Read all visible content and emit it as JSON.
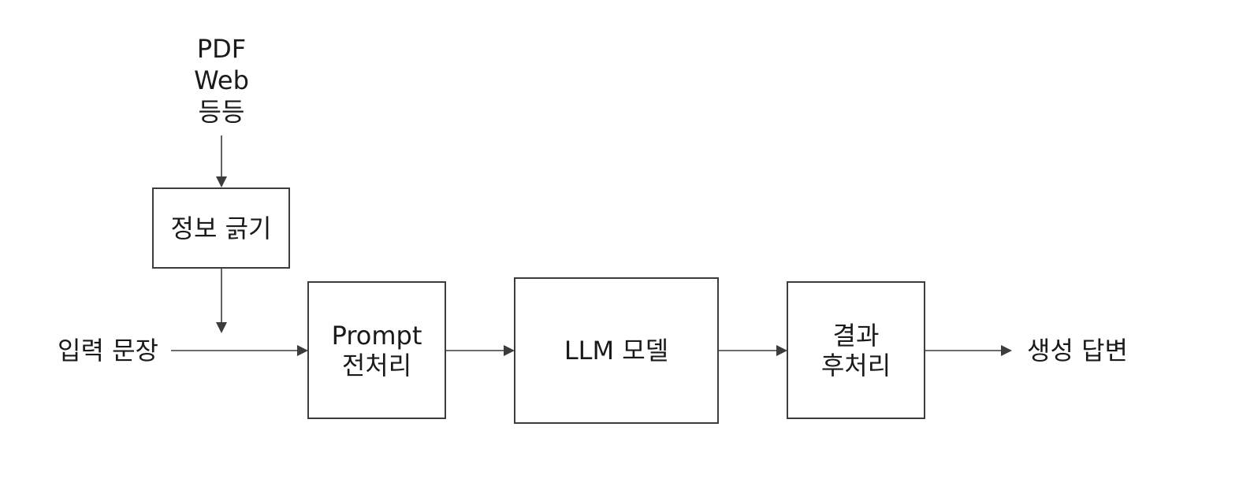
{
  "sources": {
    "line1": "PDF",
    "line2": "Web",
    "line3": "등등"
  },
  "nodes": {
    "retrieval": {
      "label": "정보 긁기"
    },
    "prompt": {
      "line1": "Prompt",
      "line2": "전처리"
    },
    "llm": {
      "label": "LLM 모델"
    },
    "postprocess": {
      "line1": "결과",
      "line2": "후처리"
    }
  },
  "input_label": "입력 문장",
  "output_label": "생성 답변",
  "colors": {
    "stroke": "#3c3c3c",
    "text": "#1a1a1a",
    "background": "#ffffff"
  }
}
